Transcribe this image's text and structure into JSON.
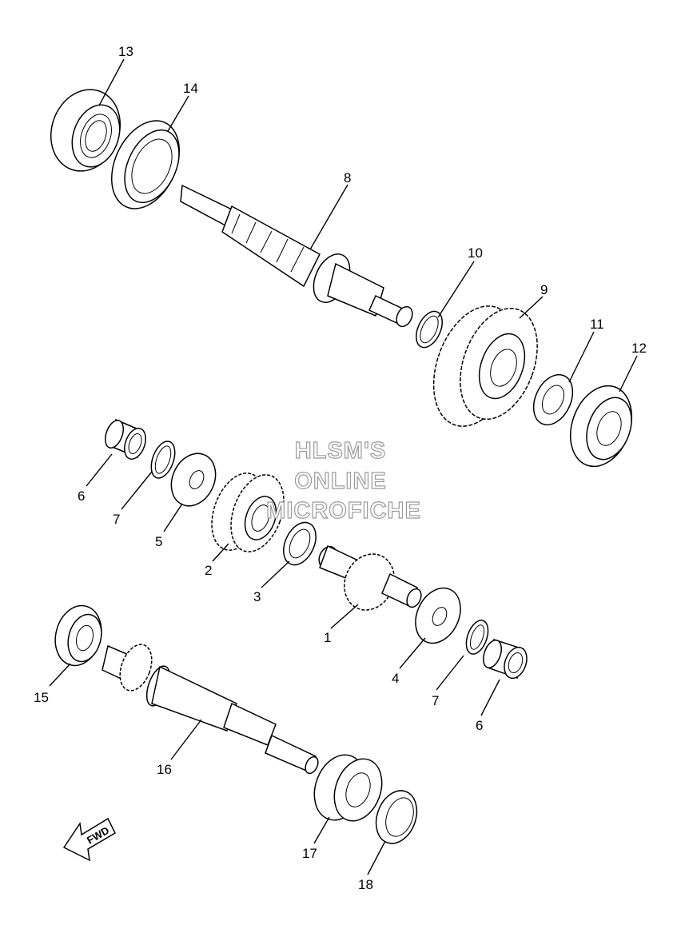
{
  "watermark": {
    "line1": "HLSM'S",
    "line2": "ONLINE",
    "line3": "MICROFICHE"
  },
  "direction_arrow": {
    "label": "FWD"
  },
  "callouts": [
    {
      "id": "c13",
      "text": "13"
    },
    {
      "id": "c14",
      "text": "14"
    },
    {
      "id": "c8",
      "text": "8"
    },
    {
      "id": "c10",
      "text": "10"
    },
    {
      "id": "c9",
      "text": "9"
    },
    {
      "id": "c11",
      "text": "11"
    },
    {
      "id": "c12",
      "text": "12"
    },
    {
      "id": "c6a",
      "text": "6"
    },
    {
      "id": "c7a",
      "text": "7"
    },
    {
      "id": "c5",
      "text": "5"
    },
    {
      "id": "c2",
      "text": "2"
    },
    {
      "id": "c3",
      "text": "3"
    },
    {
      "id": "c1",
      "text": "1"
    },
    {
      "id": "c4",
      "text": "4"
    },
    {
      "id": "c7b",
      "text": "7"
    },
    {
      "id": "c6b",
      "text": "6"
    },
    {
      "id": "c15",
      "text": "15"
    },
    {
      "id": "c16",
      "text": "16"
    },
    {
      "id": "c17",
      "text": "17"
    },
    {
      "id": "c18",
      "text": "18"
    }
  ]
}
